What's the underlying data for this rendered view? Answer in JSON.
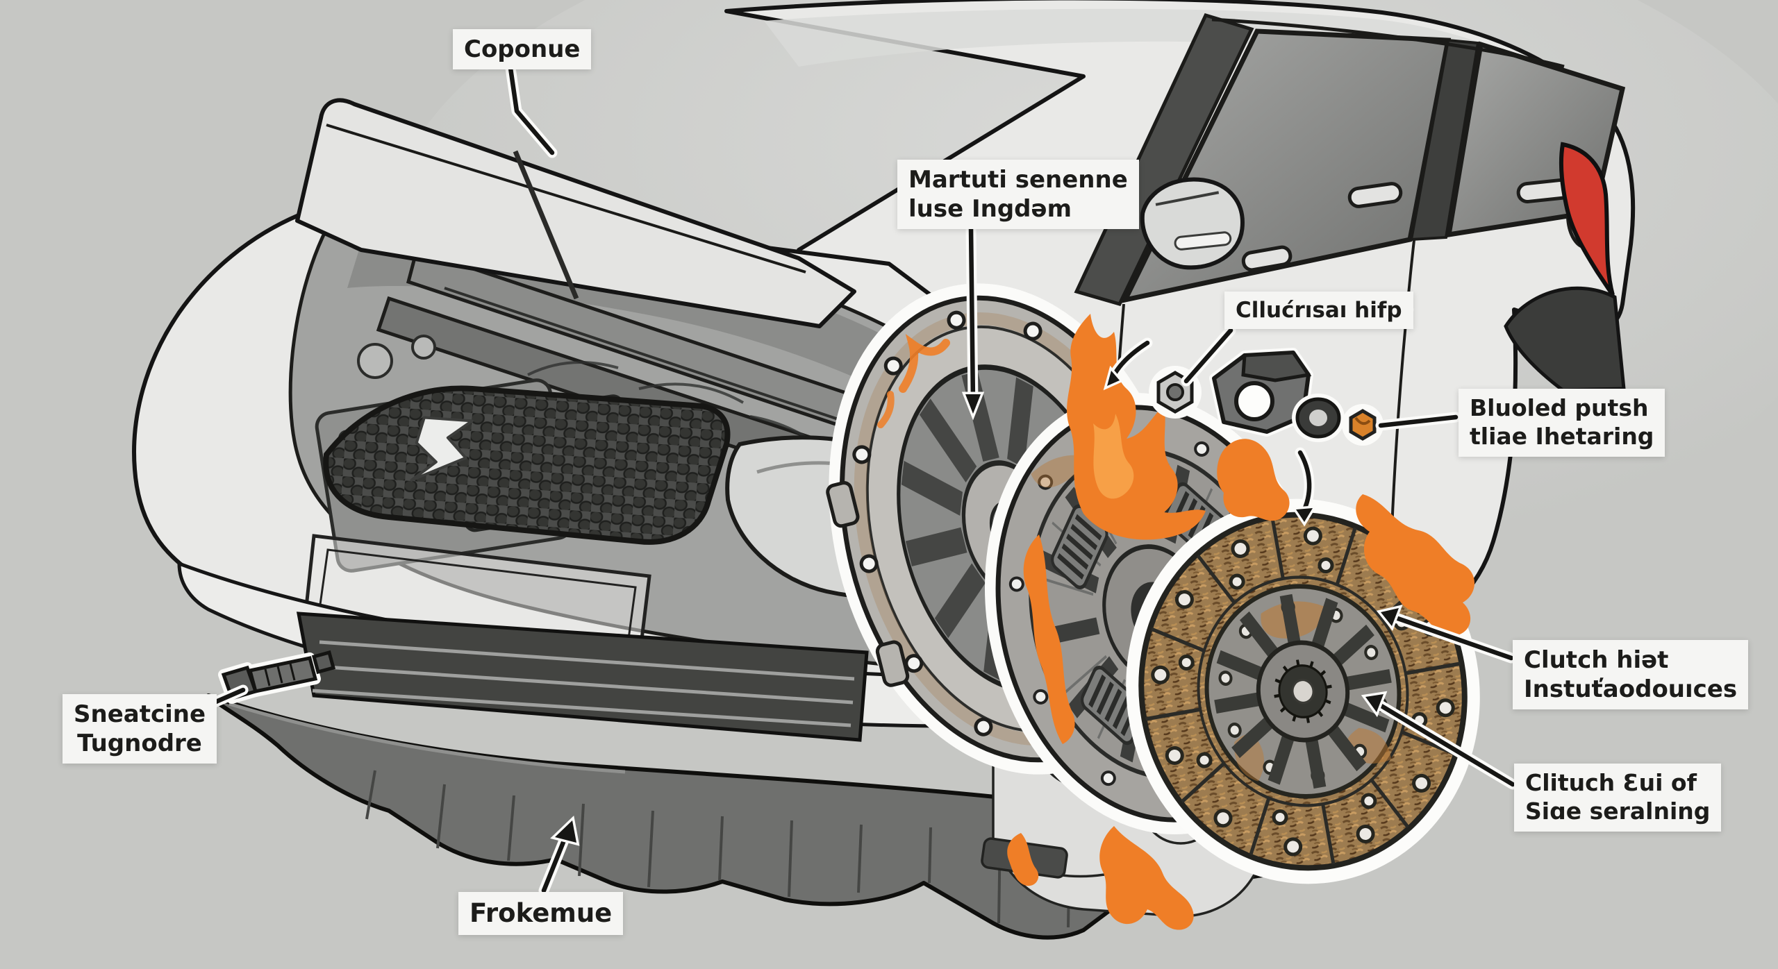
{
  "colors": {
    "background": "#c6c7c4",
    "ink": "#1a1a18",
    "label_background": "#f5f5f3",
    "label_text": "#1c1c1a",
    "flame_orange": "#ef7e27",
    "flame_orange_light": "#f7a047",
    "friction_brown": "#9d7c50",
    "rust_orange": "#bf7a33",
    "tail_lamp_red": "#d13a2e",
    "car_body": "#e9e9e7",
    "dark_part": "#454643"
  },
  "labels": {
    "coponue": {
      "lines": [
        "Coponue"
      ]
    },
    "martuti": {
      "lines": [
        "Martuti senenne",
        "luse Ingdəm"
      ]
    },
    "clucrsa": {
      "lines": [
        "Cllućrısaı hifp"
      ]
    },
    "bluoled": {
      "lines": [
        "Bluoled putsh",
        "tliae Ihetaring"
      ]
    },
    "clutch_hiat": {
      "lines": [
        "Clutch hiət",
        "Instuťaodouıces"
      ]
    },
    "cituch": {
      "lines": [
        "Clituch Ɛui of",
        "Siɑe seralning"
      ]
    },
    "sneatcine": {
      "lines": [
        "Sneatcine",
        "Tugnodre"
      ]
    },
    "frokemue": {
      "lines": [
        "Frokemue"
      ]
    }
  }
}
